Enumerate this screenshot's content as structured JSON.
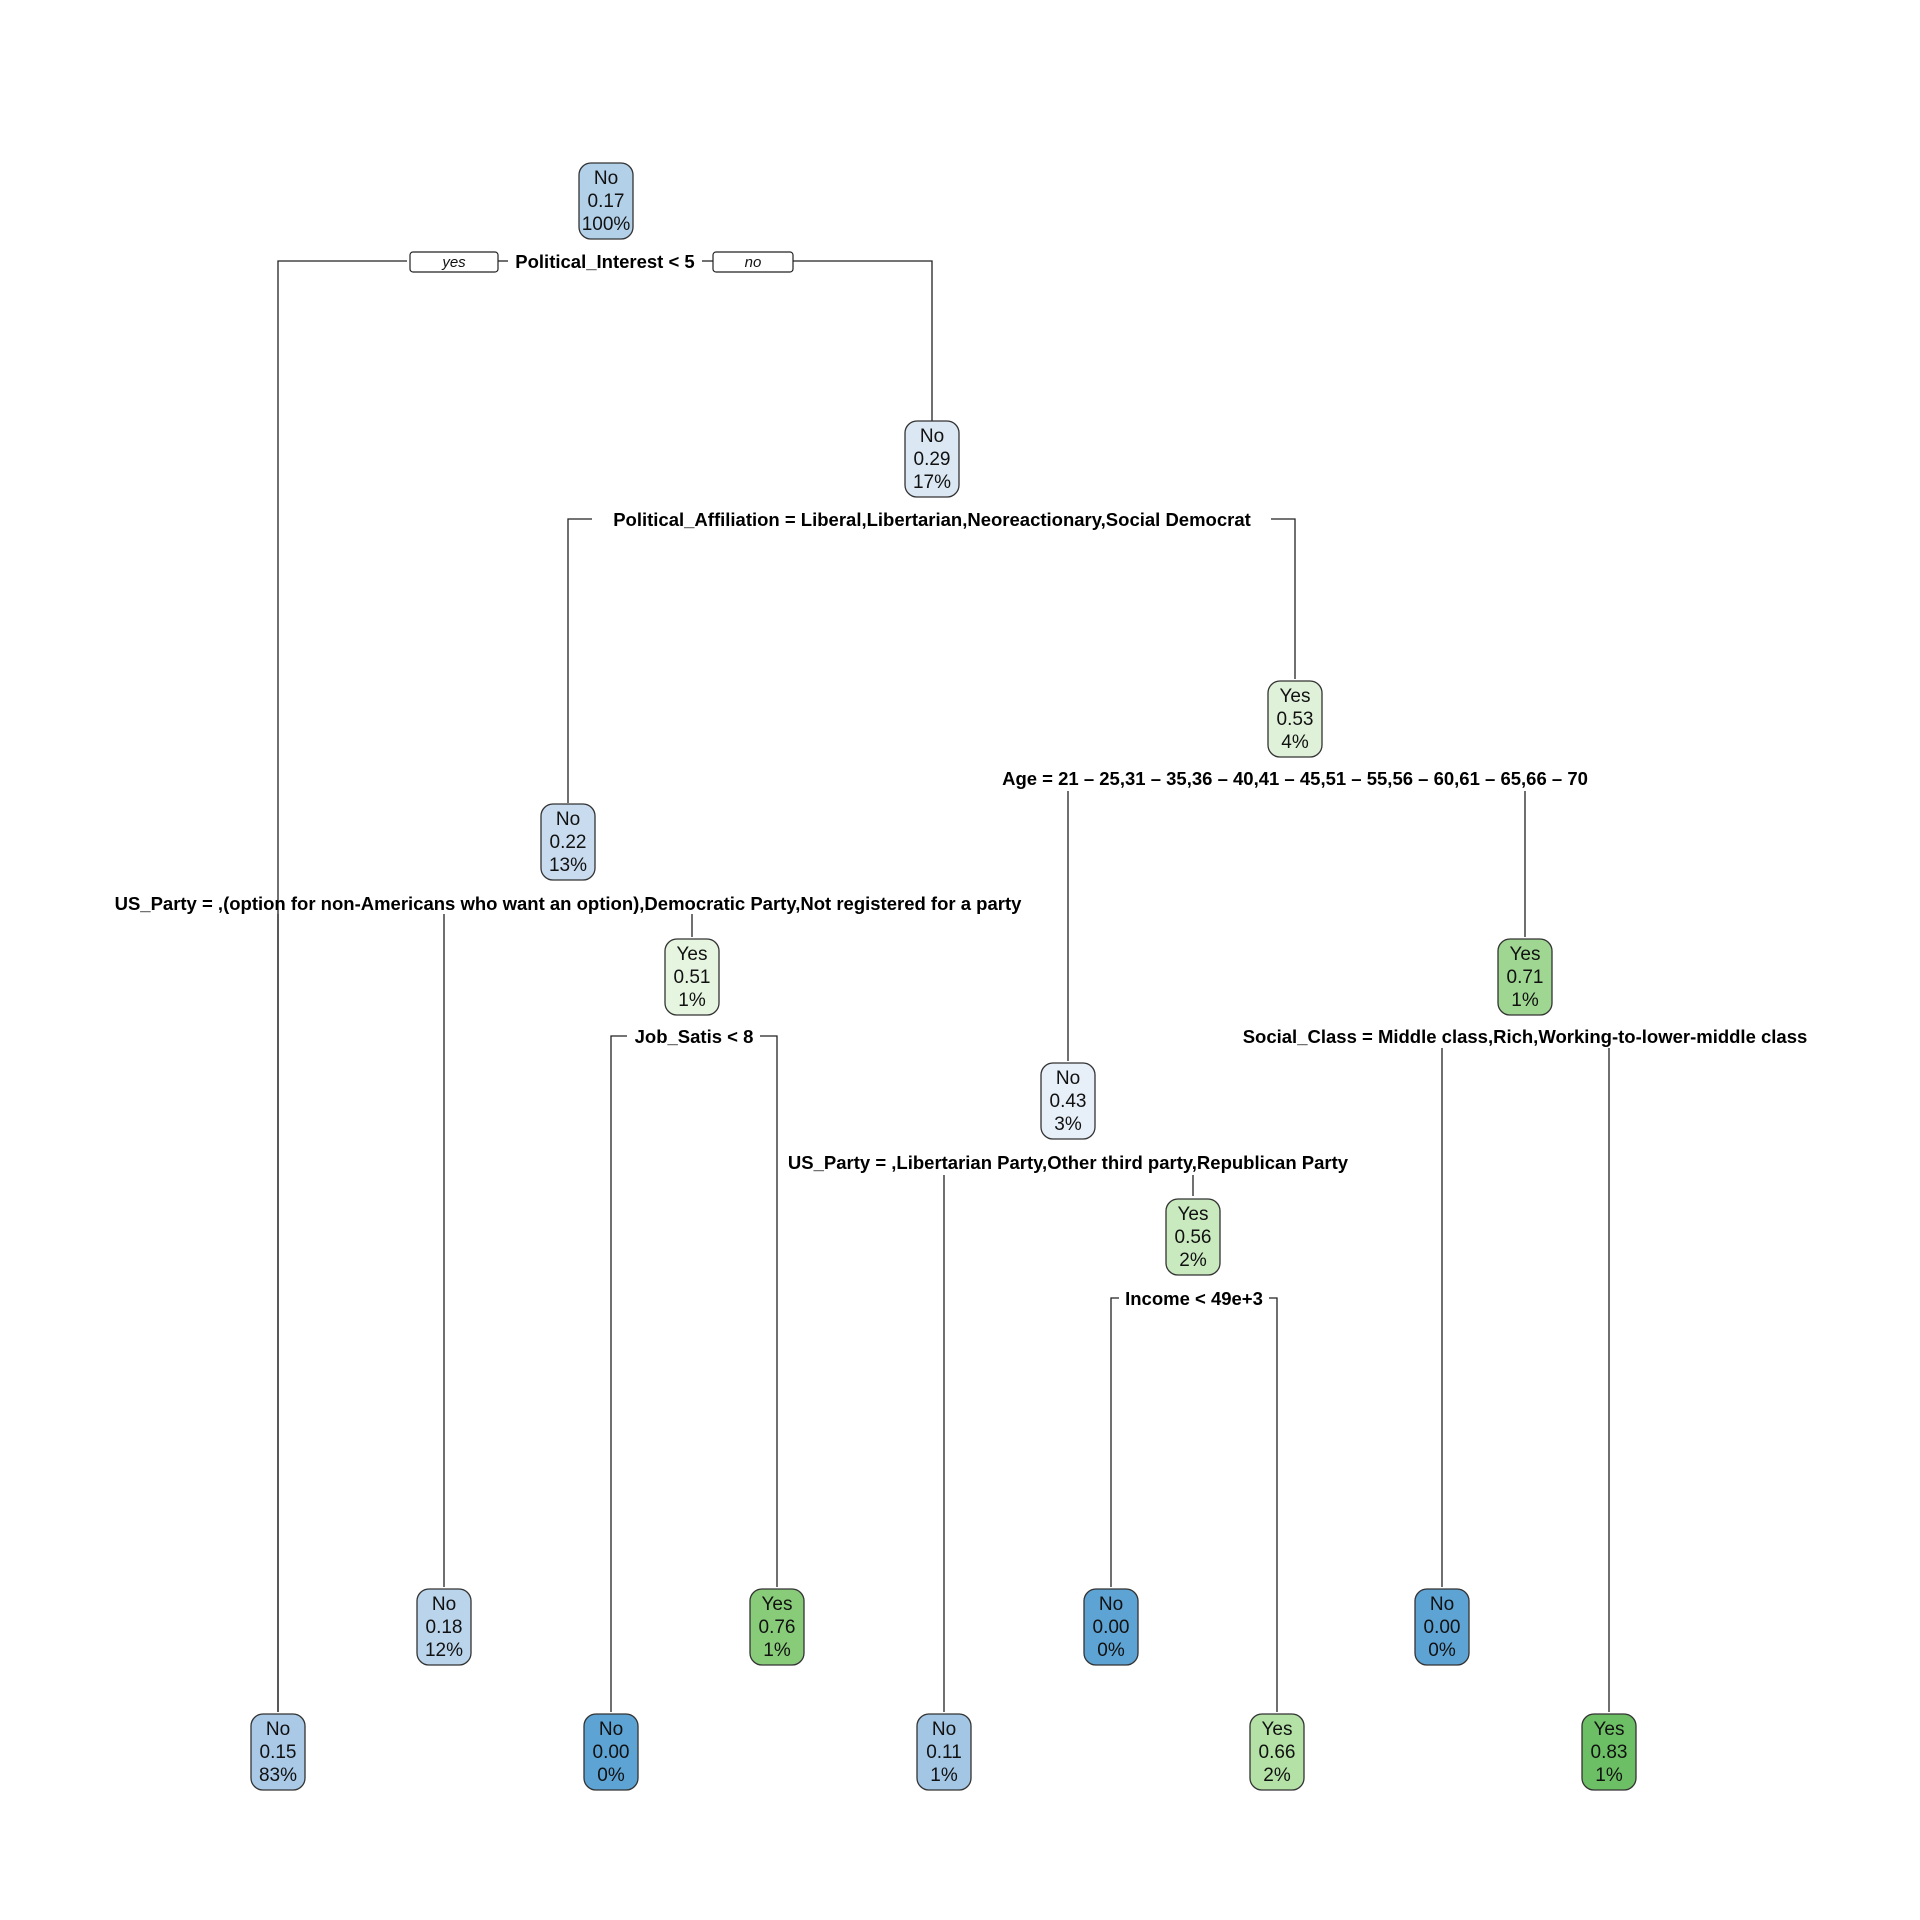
{
  "branch_labels": {
    "yes": "yes",
    "no": "no"
  },
  "splits": {
    "s1": "Political_Interest < 5",
    "s2": "Political_Affiliation = Liberal,Libertarian,Neoreactionary,Social Democrat",
    "s3": "US_Party = ,(option for non-Americans who want an option),Democratic Party,Not registered for a party",
    "s4": "Age = 21 – 25,31 – 35,36 – 40,41 – 45,51 – 55,56 – 60,61 – 65,66 – 70",
    "s5": "Job_Satis < 8",
    "s6": "US_Party = ,Libertarian Party,Other third party,Republican Party",
    "s7": "Social_Class = Middle class,Rich,Working-to-lower-middle class",
    "s8": "Income < 49e+3"
  },
  "nodes": {
    "root": {
      "class": "No",
      "prob": "0.17",
      "pct": "100%",
      "color": "#b3d0e9"
    },
    "n3": {
      "class": "No",
      "prob": "0.29",
      "pct": "17%",
      "color": "#dbe8f4"
    },
    "n6": {
      "class": "No",
      "prob": "0.22",
      "pct": "13%",
      "color": "#c9dcef"
    },
    "n7": {
      "class": "Yes",
      "prob": "0.53",
      "pct": "4%",
      "color": "#dff2d9"
    },
    "n13": {
      "class": "Yes",
      "prob": "0.51",
      "pct": "1%",
      "color": "#e6f5e0"
    },
    "n14": {
      "class": "No",
      "prob": "0.43",
      "pct": "3%",
      "color": "#e7eff8"
    },
    "n15": {
      "class": "Yes",
      "prob": "0.71",
      "pct": "1%",
      "color": "#9fd792"
    },
    "n29": {
      "class": "Yes",
      "prob": "0.56",
      "pct": "2%",
      "color": "#c9eabf"
    },
    "leaf2": {
      "class": "No",
      "prob": "0.15",
      "pct": "83%",
      "color": "#a9c9e6"
    },
    "leaf12": {
      "class": "No",
      "prob": "0.18",
      "pct": "12%",
      "color": "#bad4ec"
    },
    "leaf26": {
      "class": "No",
      "prob": "0.00",
      "pct": "0%",
      "color": "#5da3d4"
    },
    "leaf27": {
      "class": "Yes",
      "prob": "0.76",
      "pct": "1%",
      "color": "#88cc7a"
    },
    "leaf28": {
      "class": "No",
      "prob": "0.11",
      "pct": "1%",
      "color": "#a3c6e5"
    },
    "leaf58": {
      "class": "No",
      "prob": "0.00",
      "pct": "0%",
      "color": "#5da3d4"
    },
    "leaf59": {
      "class": "Yes",
      "prob": "0.66",
      "pct": "2%",
      "color": "#b3e1a6"
    },
    "leaf30": {
      "class": "No",
      "prob": "0.00",
      "pct": "0%",
      "color": "#5da3d4"
    },
    "leaf31": {
      "class": "Yes",
      "prob": "0.83",
      "pct": "1%",
      "color": "#6cbf64"
    }
  }
}
